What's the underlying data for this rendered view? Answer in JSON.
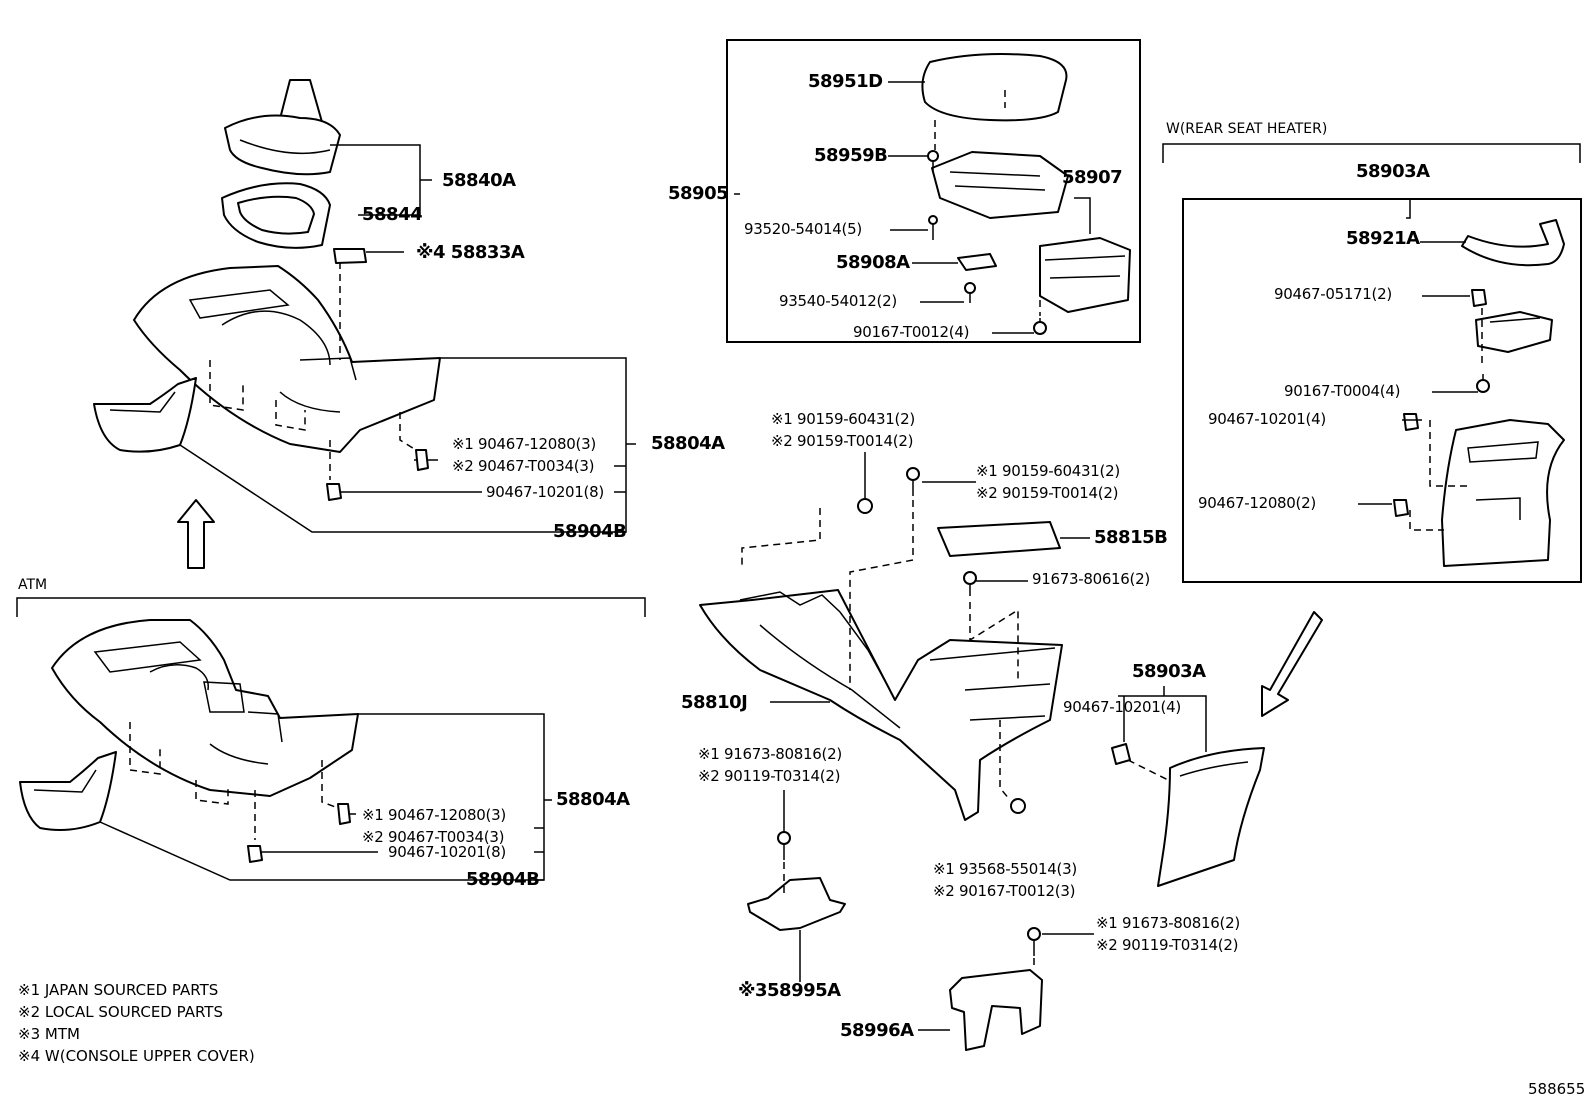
{
  "labels": {
    "p58951D": "58951D",
    "p58959B": "58959B",
    "p58905": "58905",
    "p58907": "58907",
    "p93520": "93520-54014(5)",
    "p58908A": "58908A",
    "p93540": "93540-54012(2)",
    "p90167_T0012_4": "90167-T0012(4)",
    "p58840A": "58840A",
    "p58844": "58844",
    "p58833A": "※4 58833A",
    "p58804A_top": "58804A",
    "p90467_12080_top": "※1 90467-12080(3)",
    "p90467_T0034_top": "※2 90467-T0034(3)",
    "p90467_10201_top": "90467-10201(8)",
    "p58904B_top": "58904B",
    "atm": "ATM",
    "p58804A_bot": "58804A",
    "p90467_12080_bot": "※1 90467-12080(3)",
    "p90467_T0034_bot": "※2 90467-T0034(3)",
    "p90467_10201_bot": "90467-10201(8)",
    "p58904B_bot": "58904B",
    "rear_heater": "W(REAR SEAT HEATER)",
    "p58903A_box": "58903A",
    "p58921A": "58921A",
    "p90467_05171": "90467-05171(2)",
    "p90167_T0004": "90167-T0004(4)",
    "p90467_10201_4_box": "90467-10201(4)",
    "p90467_12080_2": "90467-12080(2)",
    "p90159_60431_a": "※1 90159-60431(2)",
    "p90159_T0014_a": "※2 90159-T0014(2)",
    "p90159_60431_b": "※1 90159-60431(2)",
    "p90159_T0014_b": "※2 90159-T0014(2)",
    "p58815B": "58815B",
    "p91673_80616": "91673-80616(2)",
    "p58810J": "58810J",
    "p58903A_out": "58903A",
    "p90467_10201_4_out": "90467-10201(4)",
    "p91673_80816_a": "※1 91673-80816(2)",
    "p90119_T0314_a": "※2 90119-T0314(2)",
    "p93568": "※1 93568-55014(3)",
    "p90167_T0012_3": "※2 90167-T0012(3)",
    "p91673_80816_b": "※1 91673-80816(2)",
    "p90119_T0314_b": "※2 90119-T0314(2)",
    "p58995A": "※358995A",
    "p58996A": "58996A",
    "note1": "※1 JAPAN SOURCED PARTS",
    "note2": "※2 LOCAL SOURCED PARTS",
    "note3": "※3 MTM",
    "note4": "※4 W(CONSOLE UPPER COVER)",
    "figure_id": "588655"
  }
}
